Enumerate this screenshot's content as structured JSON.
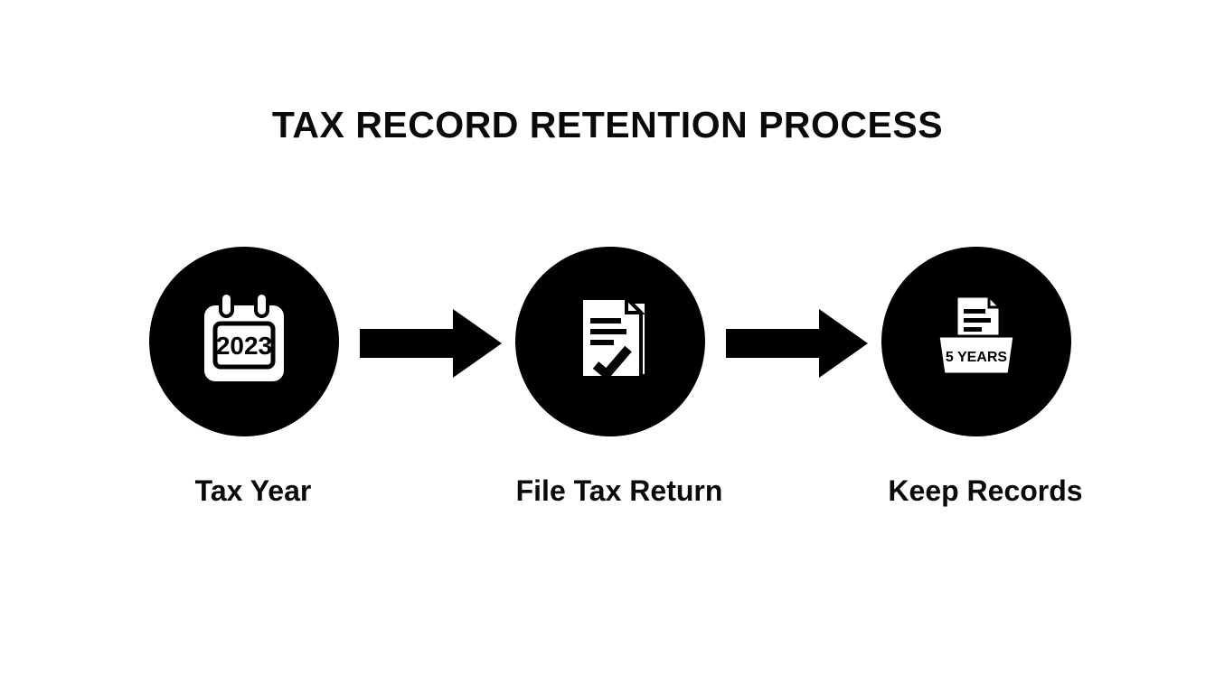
{
  "title": "TAX RECORD RETENTION PROCESS",
  "colors": {
    "background": "#FFFFFF",
    "foreground": "#000000"
  },
  "steps": [
    {
      "id": "tax-year",
      "label": "Tax Year",
      "icon": "calendar-icon",
      "icon_text": "2023"
    },
    {
      "id": "file-tax-return",
      "label": "File Tax Return",
      "icon": "document-check-icon"
    },
    {
      "id": "keep-records",
      "label": "Keep Records",
      "icon": "archive-box-icon",
      "icon_text": "5 YEARS"
    }
  ],
  "connectors": [
    {
      "from": "tax-year",
      "to": "file-tax-return"
    },
    {
      "from": "file-tax-return",
      "to": "keep-records"
    }
  ]
}
